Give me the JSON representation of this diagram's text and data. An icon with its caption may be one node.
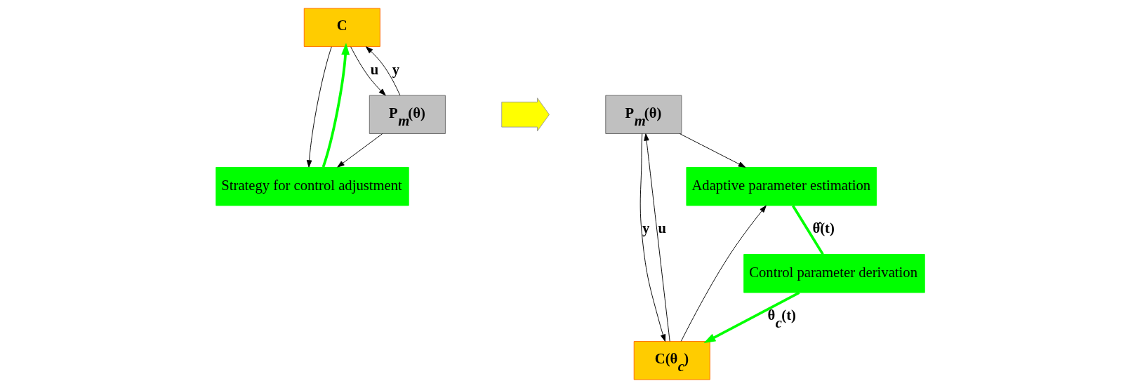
{
  "diagram": {
    "nodes": [
      {
        "text": [
          "C"
        ]
      },
      {
        "text": [
          "P$_{m}$(θ)"
        ]
      },
      {
        "text": [
          "Strategy for control adjustment"
        ]
      },
      {
        "text": [],
        "shape": "arrow"
      },
      {
        "text": [
          "C(θ$_{c}$)"
        ]
      },
      {
        "text": [
          "P$_{m}$(θ)"
        ]
      },
      {
        "text": [
          "Adaptive parameter estimation"
        ]
      },
      {
        "text": [
          "Control parameter derivation"
        ]
      }
    ],
    "edges": [
      {
        "from": 0,
        "to": 1,
        "arrow": "to",
        "label": "u"
      },
      {
        "from": 0,
        "to": 2,
        "arrow": "to"
      },
      {
        "from": 1,
        "to": 0,
        "arrow": "to",
        "label": "y"
      },
      {
        "from": 1,
        "to": 2,
        "arrow": "to"
      },
      {
        "from": 2,
        "to": 0,
        "arrow": "to",
        "style": "thick",
        "color": "#00ff00"
      },
      {
        "from": 4,
        "to": 5,
        "arrow": "to",
        "label": "u"
      },
      {
        "from": 4,
        "to": 6,
        "arrow": "to"
      },
      {
        "from": 5,
        "to": 4,
        "arrow": "to",
        "label": "y"
      },
      {
        "from": 5,
        "to": 6,
        "arrow": "to"
      },
      {
        "from": 6,
        "to": 7,
        "arrow": "none",
        "label": "θ̂(t)",
        "style": "thick",
        "color": "#00ff00"
      },
      {
        "from": 7,
        "to": 4,
        "arrow": "to",
        "label": "θ$_{c}$(t)",
        "style": "thick",
        "color": "#00ff00"
      }
    ]
  }
}
